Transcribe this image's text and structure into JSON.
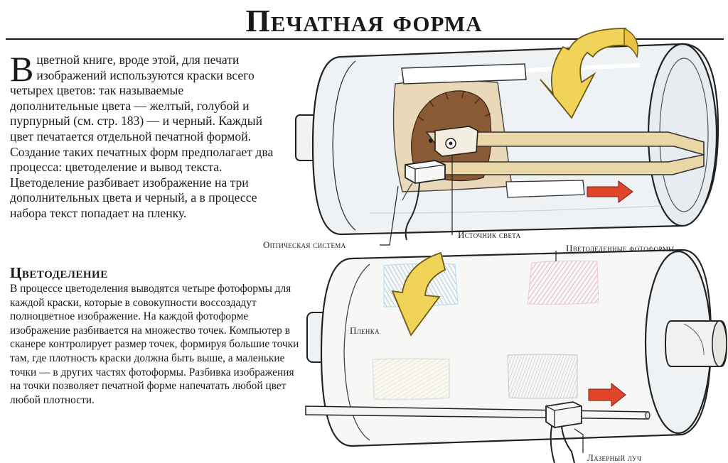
{
  "page": {
    "title": "Печатная форма"
  },
  "intro": {
    "drop_cap": "В",
    "text": "цветной книге, вроде этой, для печати изображений используются краски всего четырех цветов: так называемые дополнительные цвета — желтый, голубой и пурпурный (см. стр. 183) — и черный. Каждый цвет печатается отдельной печатной формой. Создание таких печатных форм предполагает два процесса: цветоделение и вывод текста. Цветоделение разбивает изображение на три дополнительных цвета и черный, а в процессе набора текст попадает на пленку."
  },
  "section": {
    "heading": "Цветоделение",
    "body": "В процессе цветоделения выводятся четыре фотоформы для каждой краски, которые в совокупности воссоздадут полноцветное изображение. На каждой фотоформе изображение разбивается на множество точек. Компьютер в сканере контролирует размер точек, формируя большие точки там, где плотность краски должна быть выше, а маленькие точки — в других частях фотоформы. Разбивка изображения на точки позволяет печатной форме напечатать любой цвет любой плотности."
  },
  "labels": {
    "optical_system": "Оптическая система",
    "light_source": "Источник света",
    "film": "Пленка",
    "separations": "Цветоделенные фотоформы",
    "laser_beam": "Лазерный луч"
  },
  "colors": {
    "yellow_arrow": "#f2d35a",
    "red_arrow": "#e0452b",
    "glass": "#eef2f4",
    "drum": "#f7f7f5",
    "cyan_patch": "#a9d4e8",
    "magenta_patch": "#e6b8cc",
    "sepia": "#e9d9b8",
    "wood": "#ead7a8",
    "hedgehog": "#8a5a34"
  }
}
